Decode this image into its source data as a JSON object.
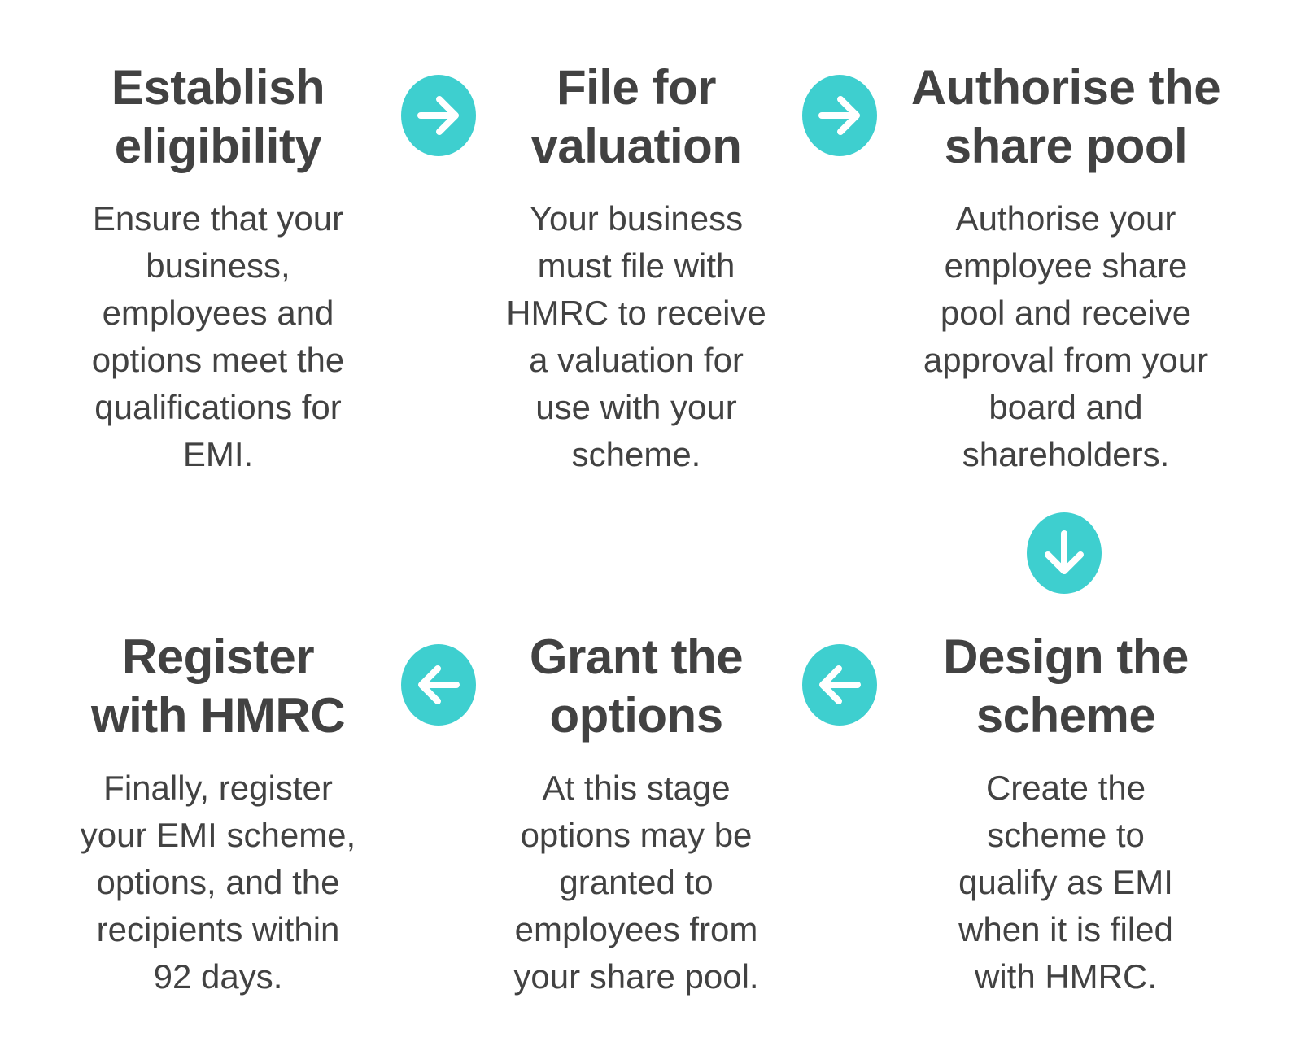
{
  "accent_color": "#3ecfcf",
  "text_color": "#424242",
  "steps": [
    {
      "title": [
        "Establish",
        "eligibility"
      ],
      "body": [
        "Ensure that your",
        "business,",
        "employees and",
        "options meet the",
        "qualifications for",
        "EMI."
      ]
    },
    {
      "title": [
        "File for",
        "valuation"
      ],
      "body": [
        "Your business",
        "must file with",
        "HMRC to receive",
        "a valuation for",
        "use with your",
        "scheme."
      ]
    },
    {
      "title": [
        "Authorise the",
        "share pool"
      ],
      "body": [
        "Authorise your",
        "employee share",
        "pool and receive",
        "approval from your",
        "board and",
        "shareholders."
      ]
    },
    {
      "title": [
        "Design the",
        "scheme"
      ],
      "body": [
        "Create the",
        "scheme to",
        "qualify as EMI",
        "when it is filed",
        "with HMRC."
      ]
    },
    {
      "title": [
        "Grant the",
        "options"
      ],
      "body": [
        "At this stage",
        "options may be",
        "granted to",
        "employees from",
        "your share pool."
      ]
    },
    {
      "title": [
        "Register",
        "with HMRC"
      ],
      "body": [
        "Finally, register",
        "your EMI scheme,",
        "options, and the",
        "recipients within",
        "92 days."
      ]
    }
  ],
  "arrows": [
    {
      "icon": "arrow-right-icon",
      "direction": "right"
    },
    {
      "icon": "arrow-right-icon",
      "direction": "right"
    },
    {
      "icon": "arrow-down-icon",
      "direction": "down"
    },
    {
      "icon": "arrow-left-icon",
      "direction": "left"
    },
    {
      "icon": "arrow-left-icon",
      "direction": "left"
    }
  ]
}
